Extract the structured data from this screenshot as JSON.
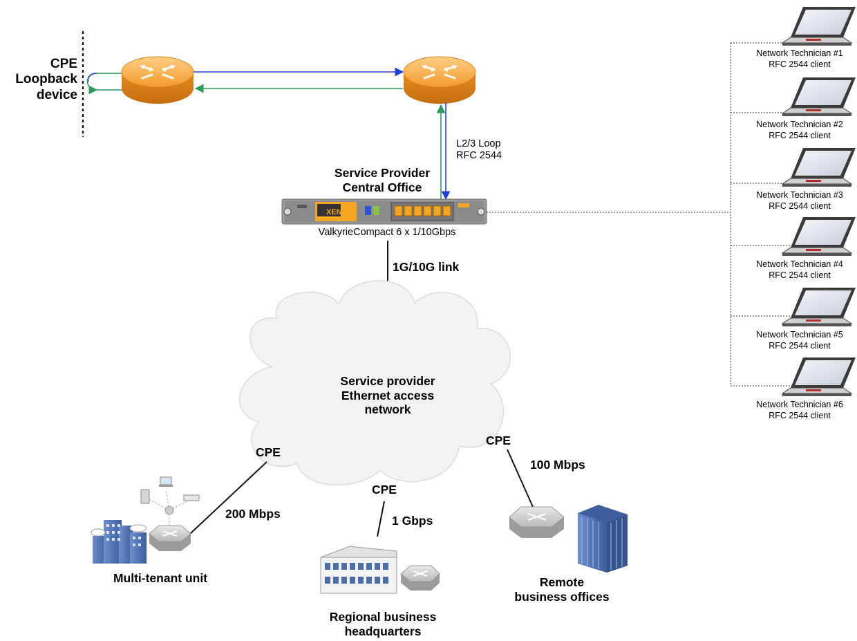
{
  "cpe_loopback": {
    "line1": "CPE",
    "line2": "Loopback",
    "line3": "device"
  },
  "loop_label": {
    "line1": "L2/3 Loop",
    "line2": "RFC 2544"
  },
  "central_office": {
    "line1": "Service Provider",
    "line2": "Central Office"
  },
  "tester": {
    "model_label": "ValkyrieCompact 6 x 1/10Gbps",
    "logo_text": "XENA",
    "ports": 6
  },
  "uplink_label": "1G/10G link",
  "cloud": {
    "line1": "Service provider",
    "line2": "Ethernet access",
    "line3": "network"
  },
  "sites": [
    {
      "cpe": "CPE",
      "speed": "200 Mbps",
      "name_line1": "Multi-tenant unit",
      "name_line2": ""
    },
    {
      "cpe": "CPE",
      "speed": "1 Gbps",
      "name_line1": "Regional business",
      "name_line2": "headquarters"
    },
    {
      "cpe": "CPE",
      "speed": "100 Mbps",
      "name_line1": "Remote",
      "name_line2": "business offices"
    }
  ],
  "technicians": [
    {
      "name": "Network Technician #1",
      "role": "RFC 2544 client"
    },
    {
      "name": "Network Technician #2",
      "role": "RFC 2544 client"
    },
    {
      "name": "Network Technician #3",
      "role": "RFC 2544 client"
    },
    {
      "name": "Network Technician #4",
      "role": "RFC 2544 client"
    },
    {
      "name": "Network Technician #5",
      "role": "RFC 2544 client"
    },
    {
      "name": "Network Technician #6",
      "role": "RFC 2544 client"
    }
  ],
  "colors": {
    "forward_link": "#1f3fd6",
    "return_link": "#2f9a5a",
    "router_orange": "#f2a13a",
    "tester_body": "#8a8a8a",
    "port_orange": "#f5a623",
    "cloud_fill": "#f2f2f2",
    "building_blue": "#5b7fc1"
  },
  "icons": [
    "router-icon",
    "tester-chassis-icon",
    "laptop-icon",
    "switch-icon",
    "office-building-icon",
    "city-buildings-icon",
    "network-cloud-icon"
  ]
}
